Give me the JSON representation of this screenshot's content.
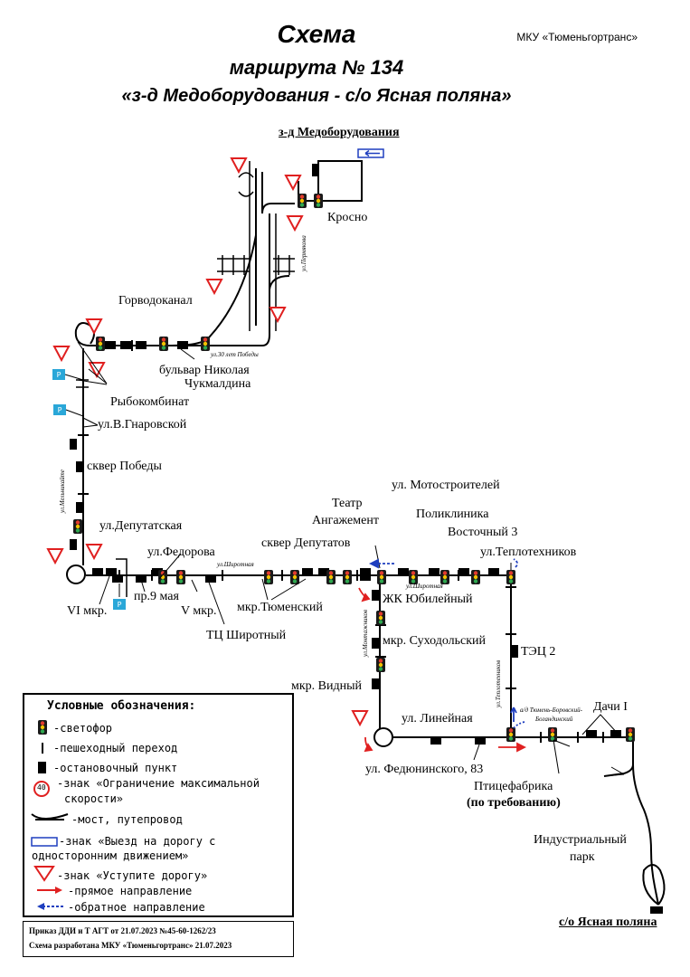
{
  "header": {
    "title": "Схема",
    "route_line": "маршрута № 134",
    "route_name": "«з-д Медоборудования - с/о Ясная поляна»",
    "organization": "МКУ «Тюменьгортранс»"
  },
  "terminals": {
    "start": "з-д Медоборудования",
    "end": "с/о Ясная поляна"
  },
  "stops": {
    "krosno": "Кросно",
    "gorvodokanal": "Горводоканал",
    "bulvar1": "бульвар Николая",
    "bulvar2": "Чукмалдина",
    "rybokombinat": "Рыбокомбинат",
    "gnarovskoy": "ул.В.Гнаровской",
    "skver_pobedy": "сквер Победы",
    "deputatskaya": "ул.Депутатская",
    "vi_mkr": "VI мкр.",
    "pr9maya": "пр.9 мая",
    "v_mkr": "V мкр.",
    "fedorova": "ул.Федорова",
    "tc_shirotny": "ТЦ Широтный",
    "mkr_tyumensky": "мкр.Тюменский",
    "skver_deputatov": "сквер Депутатов",
    "teatr1": "Театр",
    "teatr2": "Ангажемент",
    "motostroiteley": "ул. Мотостроителей",
    "poliklinika": "Поликлиника",
    "vostochny3": "Восточный 3",
    "teplotekhnikov": "ул.Теплотехников",
    "zhk_yubileyny": "ЖК Юбилейный",
    "mkr_sukhodolsky": "мкр. Суходольский",
    "tec2": "ТЭЦ 2",
    "mkr_vidny": "мкр. Видный",
    "lineynaya": "ул. Линейная",
    "fedyuninskogo": "ул. Федюнинского, 83",
    "ptitsefabrika": "Птицефабрика",
    "po_trebovaniyu": "(по требованию)",
    "dachi1": "Дачи I",
    "industrial1": "Индустриальный",
    "industrial2": "парк"
  },
  "streets": {
    "30let": "ул.30 лет Победы",
    "permyakova": "ул.Пермякова",
    "melnikaite": "ул.Мельникайте",
    "shirotnaya1": "ул.Широтная",
    "shirotnaya2": "ул.Широтная",
    "montazhnikov": "ул.Монтажников",
    "teplotekhnikov": "ул.Теплотехников",
    "tyumen_borovsky1": "а/д Тюмень-Боровский-",
    "tyumen_borovsky2": "Богандинский"
  },
  "legend": {
    "title": "Условные обозначения:",
    "items": [
      "-светофор",
      "-пешеходный переход",
      "-остановочный пункт",
      "-знак «Ограничение максимальной",
      "скорости»",
      "-мост, путепровод",
      "-знак «Выезд на дорогу с",
      "односторонним движением»",
      "-знак «Уступите дорогу»",
      "-прямое направление",
      "-обратное направление"
    ],
    "speed_value": "40"
  },
  "footer": {
    "line1": "Приказ ДДИ и Т АГТ от 21.07.2023 №45-60-1262/23",
    "line2": "Схема разработана МКУ «Тюменьгортранс» 21.07.2023"
  },
  "colors": {
    "route": "#000000",
    "forward_arrow": "#e02020",
    "reverse_arrow": "#1f3fbf",
    "yield_sign": "#e02020",
    "parking_sign": "#2aa7d8"
  }
}
